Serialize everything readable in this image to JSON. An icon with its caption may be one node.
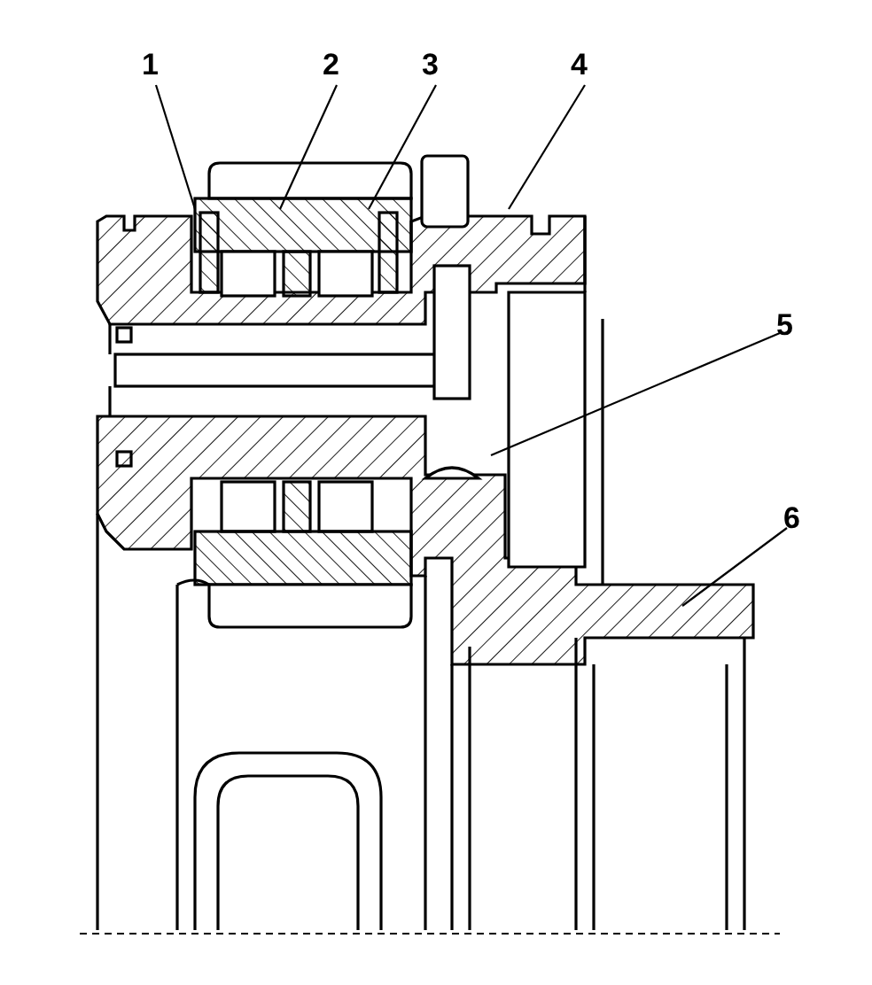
{
  "diagram": {
    "nodes": [
      {
        "text": [
          "1"
        ]
      },
      {
        "text": [
          "2"
        ]
      },
      {
        "text": [
          "3"
        ]
      },
      {
        "text": [
          "4"
        ]
      },
      {
        "text": [
          "5"
        ]
      },
      {
        "text": [
          "6"
        ]
      }
    ],
    "edges": [
      {
        "from": 0,
        "to": null,
        "arrow": "none"
      },
      {
        "from": 1,
        "to": null,
        "arrow": "none"
      },
      {
        "from": 2,
        "to": null,
        "arrow": "none"
      },
      {
        "from": 3,
        "to": null,
        "arrow": "none"
      },
      {
        "from": 4,
        "to": null,
        "arrow": "none"
      },
      {
        "from": 5,
        "to": null,
        "arrow": "none"
      }
    ]
  }
}
